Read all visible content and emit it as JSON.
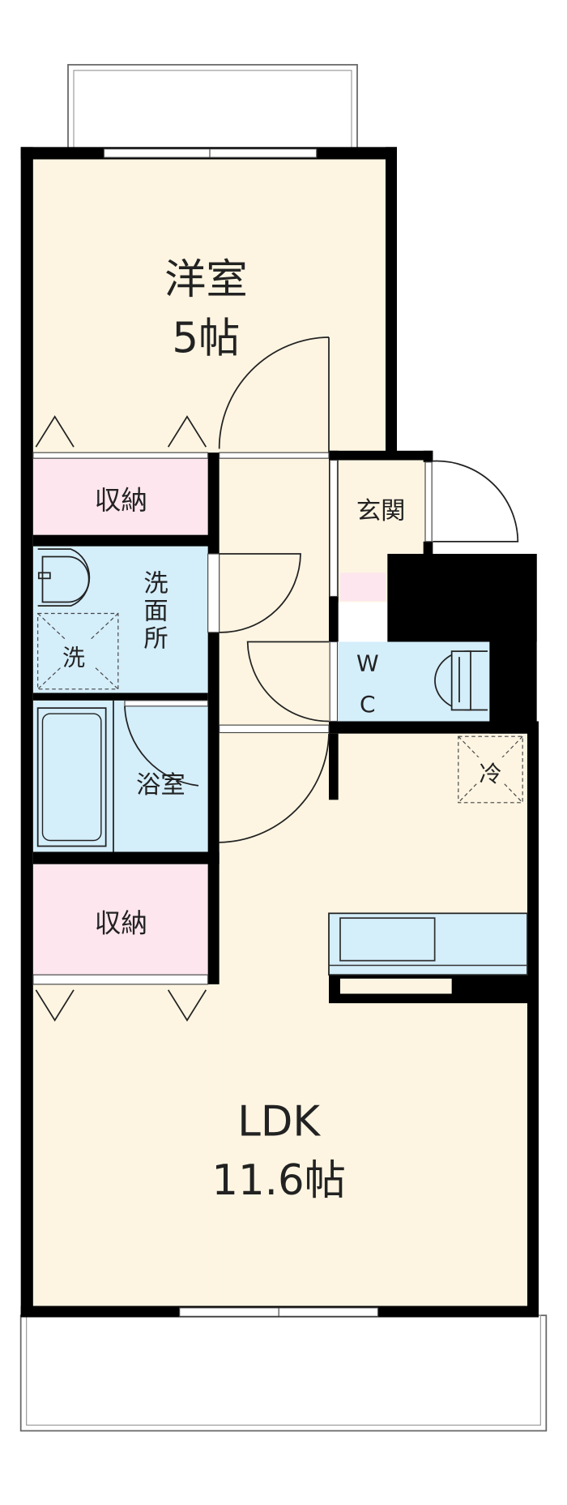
{
  "rooms": {
    "western": {
      "name": "洋室",
      "size": "5帖"
    },
    "ldk": {
      "name": "LDK",
      "size": "11.6帖"
    },
    "storage_upper": {
      "name": "収納"
    },
    "storage_lower": {
      "name": "収納"
    },
    "washroom": {
      "name_lines": [
        "洗",
        "面",
        "所"
      ]
    },
    "bathroom": {
      "name": "浴室"
    },
    "entrance": {
      "name": "玄関"
    },
    "toilet": {
      "name_lines": [
        "W",
        "C"
      ]
    }
  },
  "symbols": {
    "washer": "洗",
    "fridge": "冷"
  },
  "colors": {
    "floor": "#fdf5e2",
    "storage": "#fde6ee",
    "water": "#d4eefa",
    "wall": "#000000"
  }
}
